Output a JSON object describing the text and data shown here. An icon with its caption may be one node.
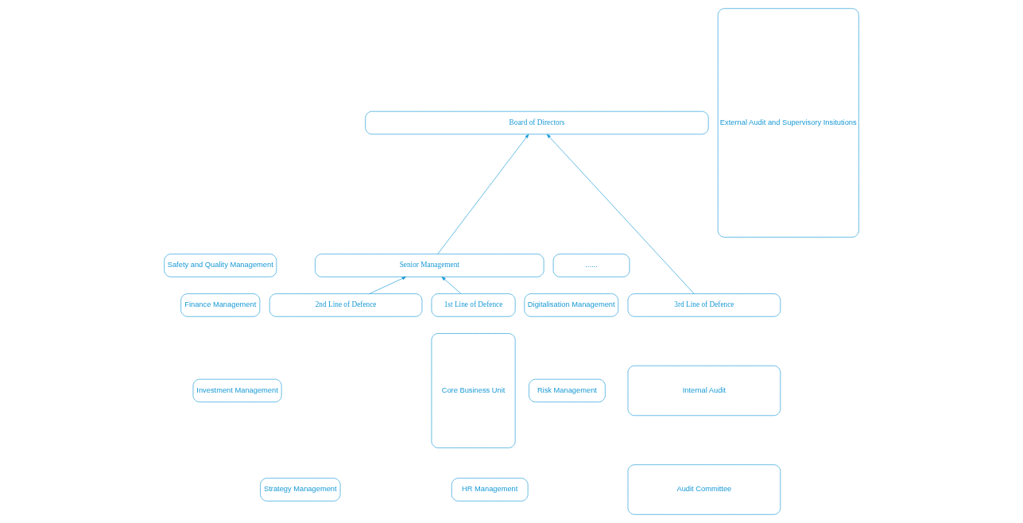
{
  "diagram": {
    "nodes": [
      {
        "text": [
          "Board of Directors"
        ]
      },
      {
        "text": [
          "External Audit and Supervisory Insitutions"
        ]
      },
      {
        "text": [
          "Senior Management"
        ]
      },
      {
        "text": [
          "1st Line of Defence"
        ]
      },
      {
        "text": [
          "2nd Line of Defence"
        ]
      },
      {
        "text": [
          "3rd Line of Defence"
        ]
      },
      {
        "text": [
          "Core Business Unit"
        ]
      },
      {
        "text": [
          "Strategy Management"
        ]
      },
      {
        "text": [
          "HR Management"
        ]
      },
      {
        "text": [
          "Investment Management"
        ]
      },
      {
        "text": [
          "Risk Management"
        ]
      },
      {
        "text": [
          "Finance Management"
        ]
      },
      {
        "text": [
          "Digitalisation Management"
        ]
      },
      {
        "text": [
          "Safety and Quality Management"
        ]
      },
      {
        "text": [
          "......"
        ]
      },
      {
        "text": [
          "Audit Committee"
        ]
      },
      {
        "text": [
          "Internal Audit"
        ]
      }
    ],
    "edges": [
      {
        "from": 3,
        "to": 2,
        "arrow": "to"
      },
      {
        "from": 4,
        "to": 2,
        "arrow": "to"
      },
      {
        "from": 2,
        "to": 0,
        "arrow": "to"
      },
      {
        "from": 5,
        "to": 0,
        "arrow": "to"
      }
    ]
  }
}
